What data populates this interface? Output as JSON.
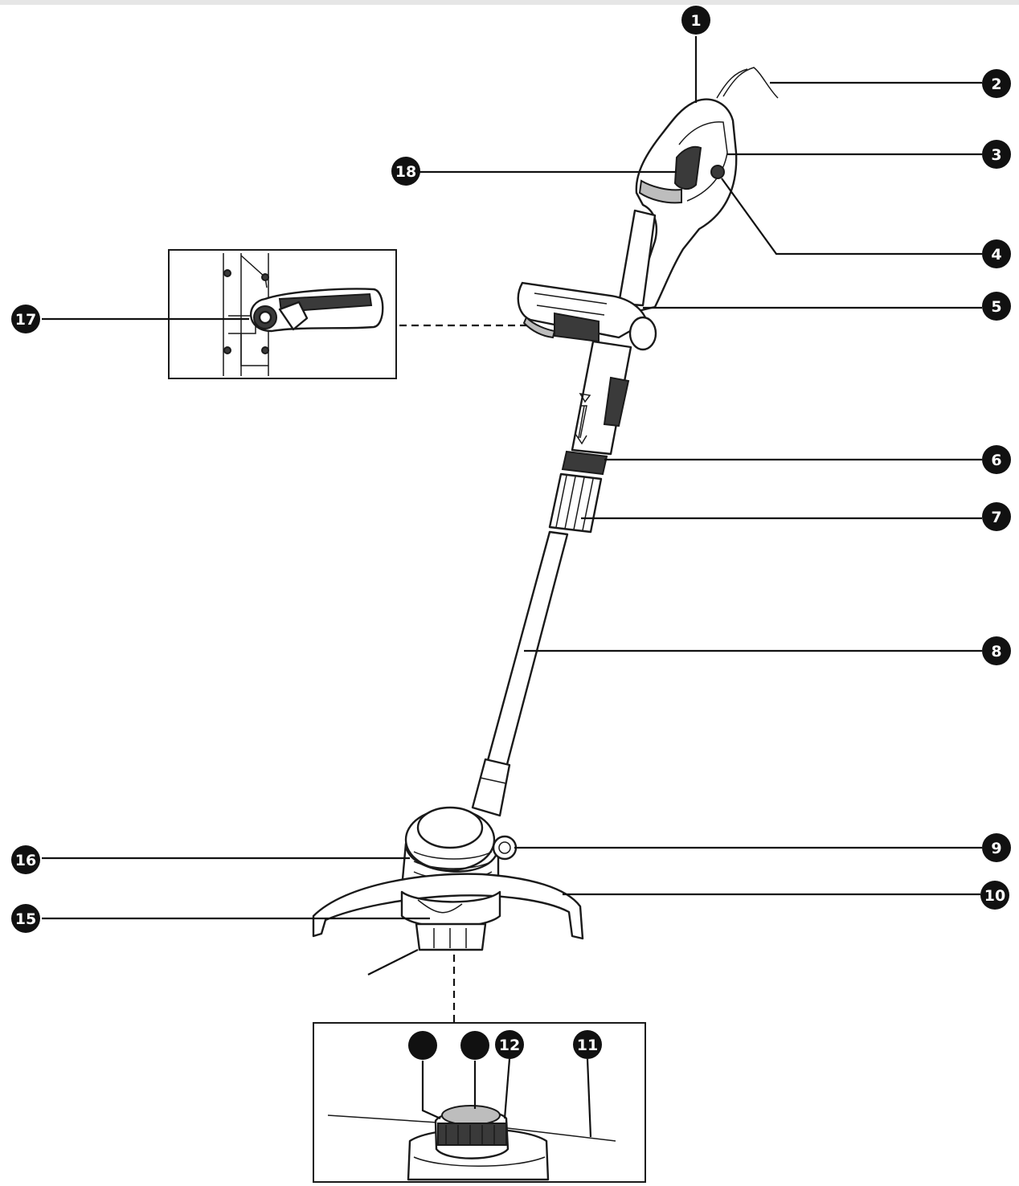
{
  "callouts": [
    "1",
    "2",
    "3",
    "4",
    "5",
    "6",
    "7",
    "8",
    "9",
    "10",
    "11",
    "12",
    "15",
    "16",
    "17",
    "18"
  ],
  "unlabeled_callouts": 2
}
